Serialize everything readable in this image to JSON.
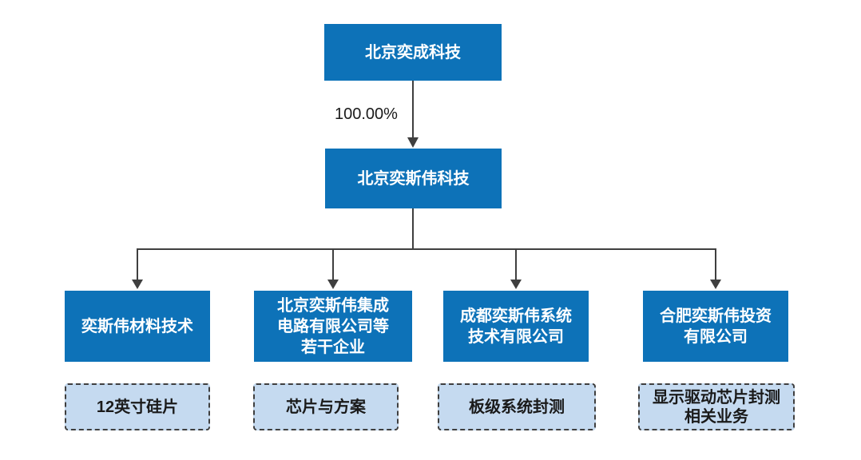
{
  "chart_title": "",
  "colors": {
    "entity_fill": "#0d72b8",
    "entity_text": "#ffffff",
    "business_fill": "#c5daf0",
    "business_border": "#3f3f3f",
    "connector": "#3f3f3f",
    "label_text": "#1a1a1a"
  },
  "root": {
    "label": "北京奕成科技"
  },
  "ownership": {
    "percent_label": "100.00%"
  },
  "parent": {
    "label": "北京奕斯伟科技"
  },
  "subsidiaries": [
    {
      "label": "奕斯伟材料技术",
      "business": "12英寸硅片"
    },
    {
      "label": "北京奕斯伟集成\n电路有限公司等\n若干企业",
      "business": "芯片与方案"
    },
    {
      "label": "成都奕斯伟系统\n技术有限公司",
      "business": "板级系统封测"
    },
    {
      "label": "合肥奕斯伟投资\n有限公司",
      "business": "显示驱动芯片封测\n相关业务"
    }
  ]
}
